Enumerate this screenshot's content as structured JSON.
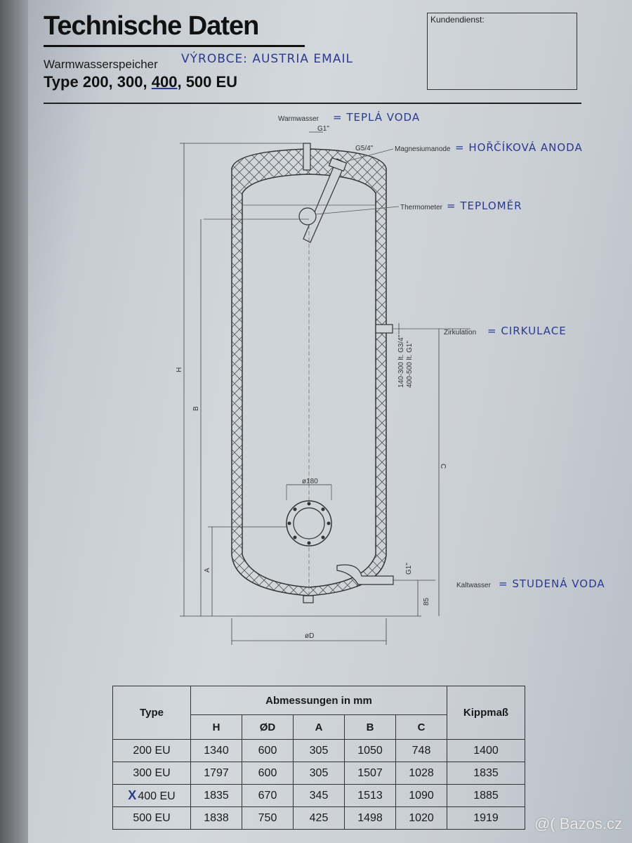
{
  "header": {
    "title": "Technische Daten",
    "subtitle": "Warmwasserspeicher",
    "subtitle_handwritten": "VÝROBCE: AUSTRIA EMAIL",
    "type_prefix": "Type",
    "type_200": "200,",
    "type_300": "300,",
    "type_400": "400",
    "type_500": ", 500 EU",
    "customer_service_label": "Kundendienst:"
  },
  "drawing": {
    "labels": {
      "warmwasser": "Warmwasser",
      "warmwasser_hw": "= TEPLÁ VODA",
      "warm_thread": "G1\"",
      "magnesium": "Magnesiumanode",
      "magnesium_hw": "= HOŘČÍKOVÁ ANODA",
      "mag_thread": "G5/4\"",
      "thermometer": "Thermometer",
      "thermometer_hw": "= TEPLOMĚR",
      "zirkulation": "Zirkulation",
      "zirkulation_hw": "= CIRKULACE",
      "zirk_note_1": "140-300 lt. G3/4\"",
      "zirk_note_2": "400-500 lt. G1\"",
      "kaltwasser": "Kaltwasser",
      "kaltwasser_hw": "= STUDENÁ VODA",
      "kalt_thread": "G1\"",
      "kalt_height": "85",
      "flange": "ø180",
      "dim_H": "H",
      "dim_B": "B",
      "dim_A": "A",
      "dim_C": "C",
      "dim_D": "øD"
    }
  },
  "table": {
    "col_type": "Type",
    "group_header": "Abmessungen in mm",
    "col_kipp": "Kippmaß",
    "columns": [
      "H",
      "ØD",
      "A",
      "B",
      "C"
    ],
    "selected_mark": "X",
    "rows": [
      {
        "type": "200 EU",
        "H": "1340",
        "D": "600",
        "A": "305",
        "B": "1050",
        "C": "748",
        "kipp": "1400"
      },
      {
        "type": "300 EU",
        "H": "1797",
        "D": "600",
        "A": "305",
        "B": "1507",
        "C": "1028",
        "kipp": "1835"
      },
      {
        "type": "400 EU",
        "H": "1835",
        "D": "670",
        "A": "345",
        "B": "1513",
        "C": "1090",
        "kipp": "1885"
      },
      {
        "type": "500 EU",
        "H": "1838",
        "D": "750",
        "A": "425",
        "B": "1498",
        "C": "1020",
        "kipp": "1919"
      }
    ]
  },
  "watermark": "@( Bazos.cz"
}
